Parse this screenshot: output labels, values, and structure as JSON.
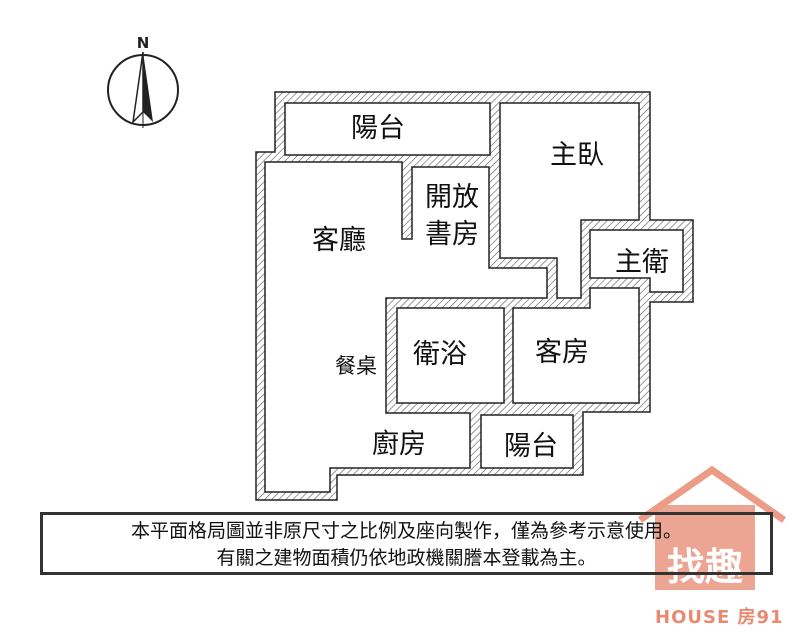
{
  "compass": {
    "north_label": "N"
  },
  "rooms": {
    "balcony_top": "陽台",
    "master_bedroom": "主臥",
    "open_study_line1": "開放",
    "open_study_line2": "書房",
    "living_room": "客廳",
    "master_bath": "主衛",
    "dining_table": "餐桌",
    "bathroom": "衛浴",
    "guest_room": "客房",
    "kitchen": "廚房",
    "balcony_bottom": "陽台"
  },
  "disclaimer": {
    "line1": "本平面格局圖並非原尺寸之比例及座向製作，僅為參考示意使用。",
    "line2": "有關之建物面積仍依地政機關謄本登載為主。"
  },
  "logo": {
    "text_cn": "找趣",
    "brand": "HOUSE 房91"
  },
  "colors": {
    "wall_line": "#222222",
    "logo": "#e88a72"
  }
}
